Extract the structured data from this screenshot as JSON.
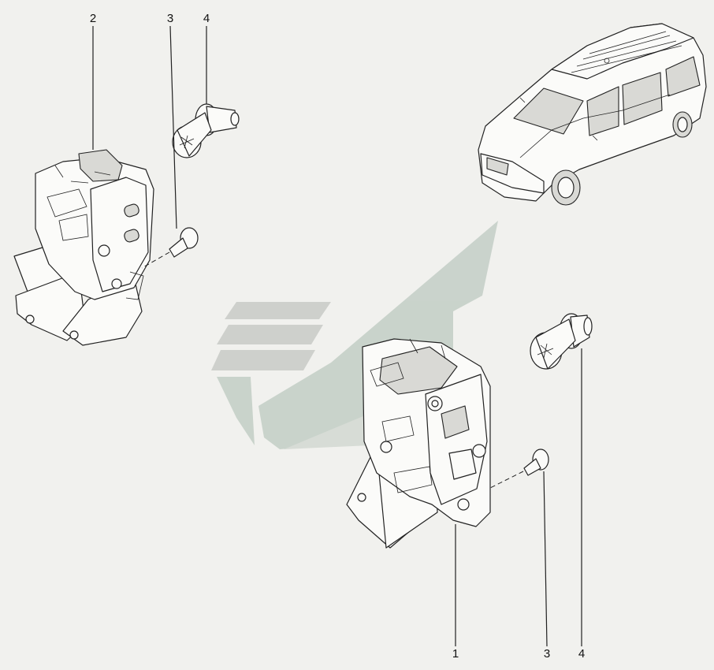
{
  "callouts": {
    "top_left_latch": "2",
    "top_screw": "3",
    "top_bolt": "4",
    "bottom_latch": "1",
    "bottom_screw": "3",
    "bottom_bolt": "4"
  },
  "colors": {
    "background": "#f1f1ee",
    "watermark_gray": "#c9cbc7",
    "watermark_green": "#c3cec5",
    "ink": "#222222"
  },
  "icons": [
    "door-latch-icon",
    "torx-screw-icon",
    "striker-bolt-icon",
    "minivan-icon",
    "brand-watermark-icon"
  ]
}
